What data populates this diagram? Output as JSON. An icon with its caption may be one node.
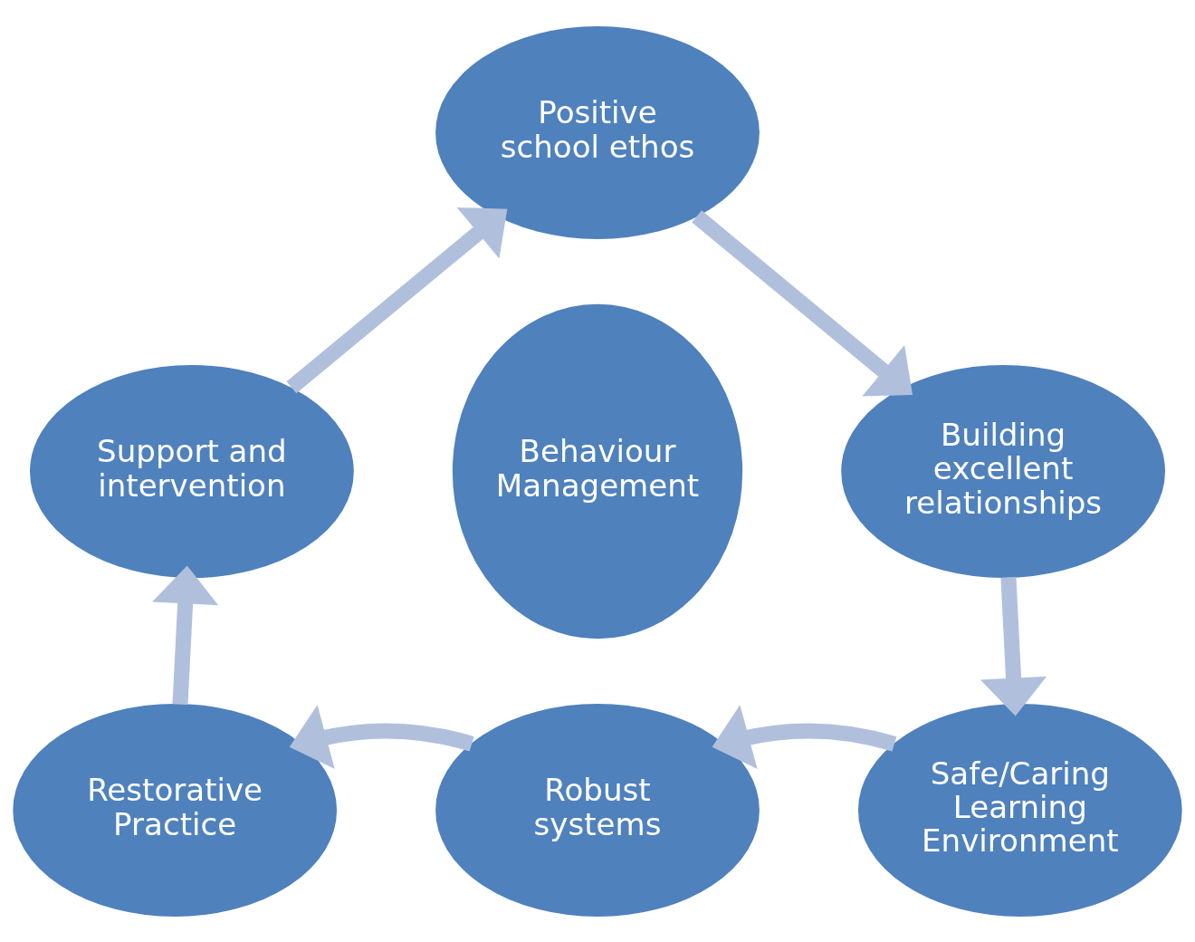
{
  "diagram": {
    "nodes": [
      {
        "text": [
          "Positive school ethos"
        ]
      },
      {
        "text": [
          "Building excellent relationships"
        ]
      },
      {
        "text": [
          "Safe/Caring Learning Environment"
        ]
      },
      {
        "text": [
          "Robust systems"
        ]
      },
      {
        "text": [
          "Restorative Practice"
        ]
      },
      {
        "text": [
          "Support and intervention"
        ]
      },
      {
        "text": [
          "Behaviour Management"
        ]
      }
    ],
    "edges": [
      {
        "from": 0,
        "to": 1,
        "arrow": "to"
      },
      {
        "from": 1,
        "to": 2,
        "arrow": "to"
      },
      {
        "from": 2,
        "to": 3,
        "arrow": "to"
      },
      {
        "from": 3,
        "to": 4,
        "arrow": "to"
      },
      {
        "from": 4,
        "to": 5,
        "arrow": "to"
      },
      {
        "from": 5,
        "to": 0,
        "arrow": "to"
      }
    ]
  }
}
